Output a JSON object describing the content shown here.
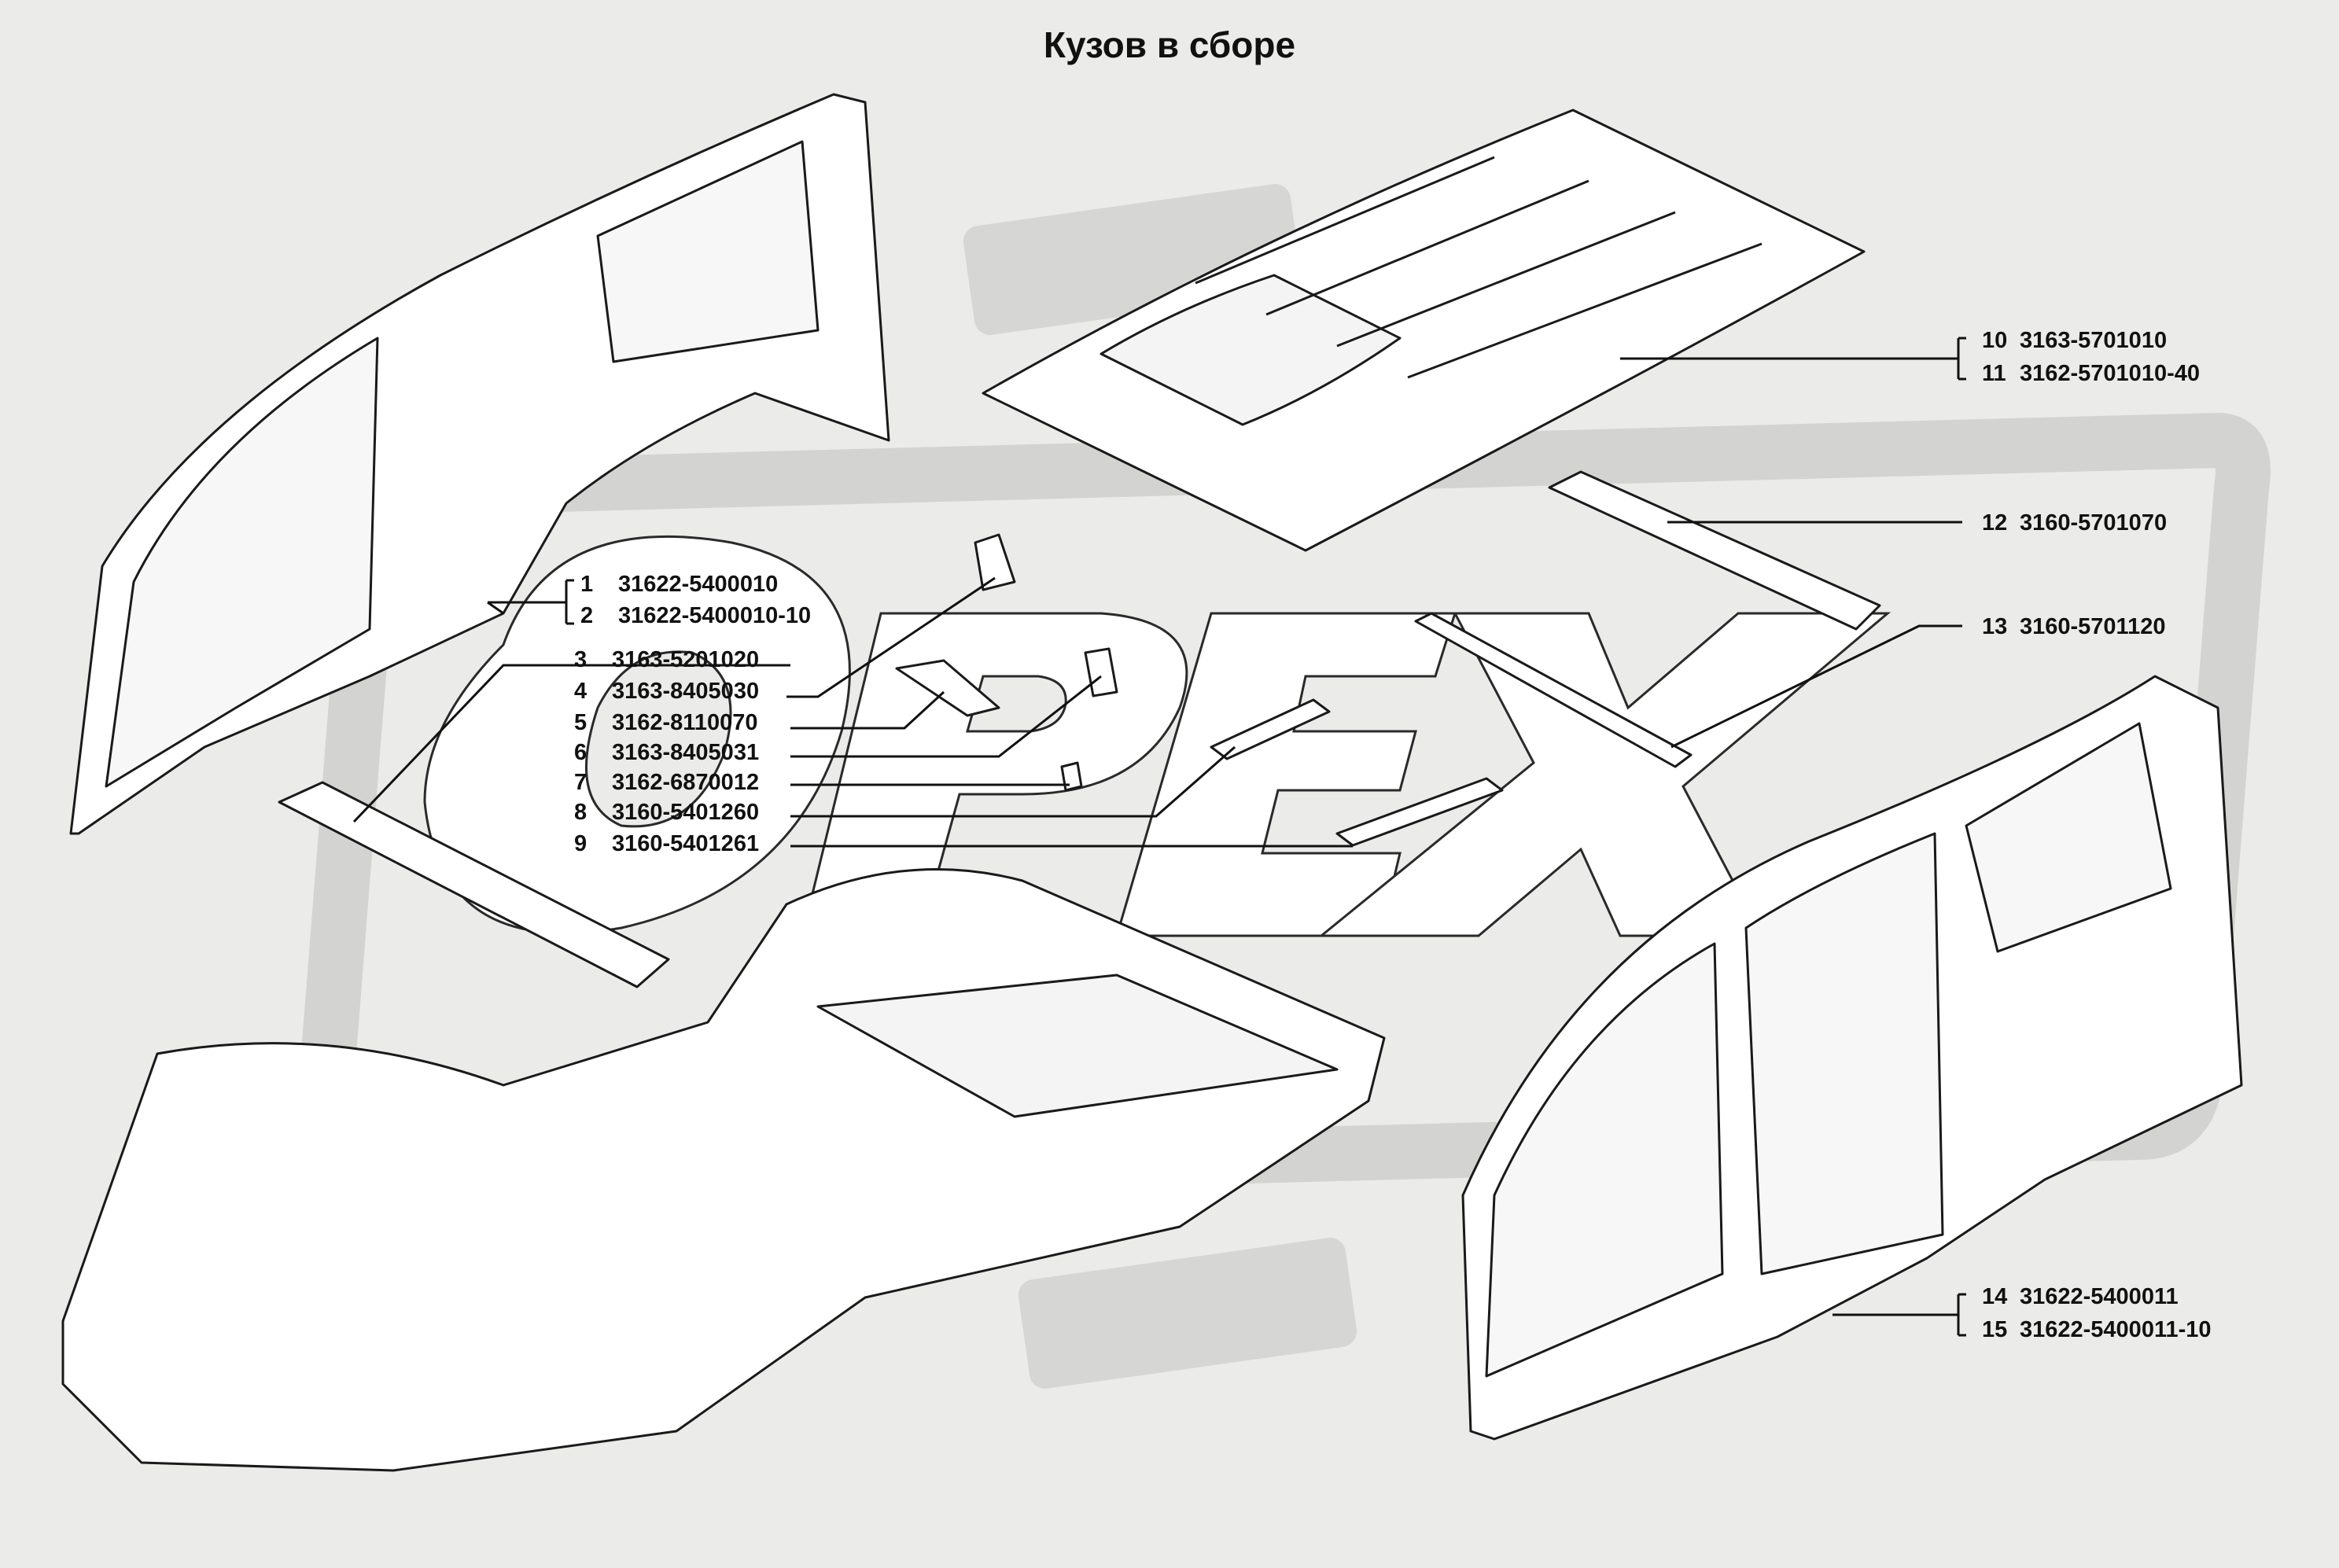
{
  "title": "Кузов в сборе",
  "watermark_icon": "orex-logo-watermark",
  "parts": [
    {
      "num": "1",
      "code": "31622-5400010",
      "component": "left-side-panel"
    },
    {
      "num": "2",
      "code": "31622-5400010-10",
      "component": "left-side-panel"
    },
    {
      "num": "3",
      "code": "3163-5201020",
      "component": "cowl-panel"
    },
    {
      "num": "4",
      "code": "3163-8405030",
      "component": "small-bracket"
    },
    {
      "num": "5",
      "code": "3162-8110070",
      "component": "bracket"
    },
    {
      "num": "6",
      "code": "3163-8405031",
      "component": "bracket"
    },
    {
      "num": "7",
      "code": "3162-6870012",
      "component": "clip"
    },
    {
      "num": "8",
      "code": "3160-5401260",
      "component": "plate"
    },
    {
      "num": "9",
      "code": "3160-5401261",
      "component": "plate"
    },
    {
      "num": "10",
      "code": "3163-5701010",
      "component": "roof-panel"
    },
    {
      "num": "11",
      "code": "3162-5701010-40",
      "component": "roof-panel"
    },
    {
      "num": "12",
      "code": "3160-5701070",
      "component": "front-roof-bow"
    },
    {
      "num": "13",
      "code": "3160-5701120",
      "component": "rear-roof-bow"
    },
    {
      "num": "14",
      "code": "31622-5400011",
      "component": "right-side-panel"
    },
    {
      "num": "15",
      "code": "31622-5400011-10",
      "component": "right-side-panel"
    }
  ]
}
